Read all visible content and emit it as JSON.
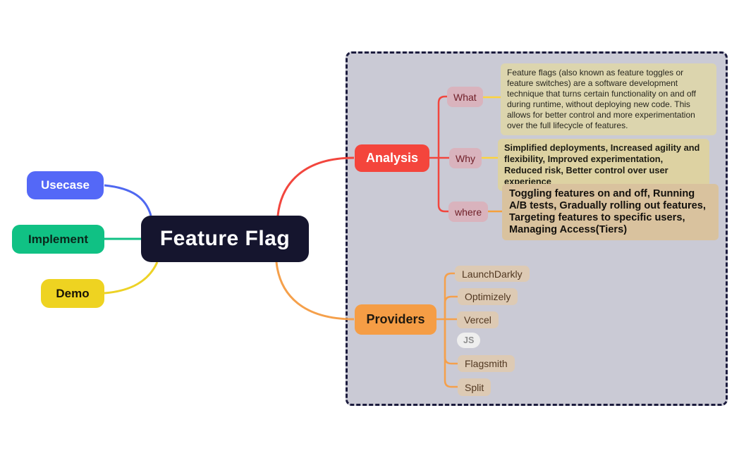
{
  "root": {
    "label": "Feature Flag"
  },
  "left_branches": [
    {
      "id": "usecase",
      "label": "Usecase"
    },
    {
      "id": "implement",
      "label": "Implement"
    },
    {
      "id": "demo",
      "label": "Demo"
    }
  ],
  "group": {
    "analysis": {
      "label": "Analysis",
      "children": [
        {
          "label": "What",
          "note": "Feature flags (also known as feature toggles or feature switches) are a software development technique that turns certain functionality on and off during runtime, without deploying new code. This allows for better control and more experimentation over the full lifecycle of features."
        },
        {
          "label": "Why",
          "note": "Simplified deployments, Increased agility and flexibility, Improved experimentation, Reduced risk, Better control over user experience"
        },
        {
          "label": "where",
          "note": "Toggling features on and off, Running A/B tests, Gradually rolling out features, Targeting features to specific users, Managing Access(Tiers)"
        }
      ]
    },
    "providers": {
      "label": "Providers",
      "badge": "JS",
      "items": [
        {
          "label": "LaunchDarkly"
        },
        {
          "label": "Optimizely"
        },
        {
          "label": "Vercel"
        },
        {
          "label": "Flagsmith"
        },
        {
          "label": "Split"
        }
      ]
    }
  },
  "colors": {
    "root_bg": "#15152e",
    "usecase_bg": "#5468f7",
    "implement_bg": "#10c184",
    "demo_bg": "#eed321",
    "analysis_bg": "#f4453c",
    "providers_bg": "#f59d45",
    "sublabel_bg": "#d9b3bd",
    "chip_bg": "#ddcab4",
    "group_bg": "#cacad5",
    "group_border": "#1c1c3e",
    "edge_blue": "#4f68f0",
    "edge_green": "#10c184",
    "edge_yellow": "#edd226",
    "edge_red": "#f2463e",
    "edge_orange": "#f5a04b",
    "edge_link_yellow": "#fcd33f"
  }
}
